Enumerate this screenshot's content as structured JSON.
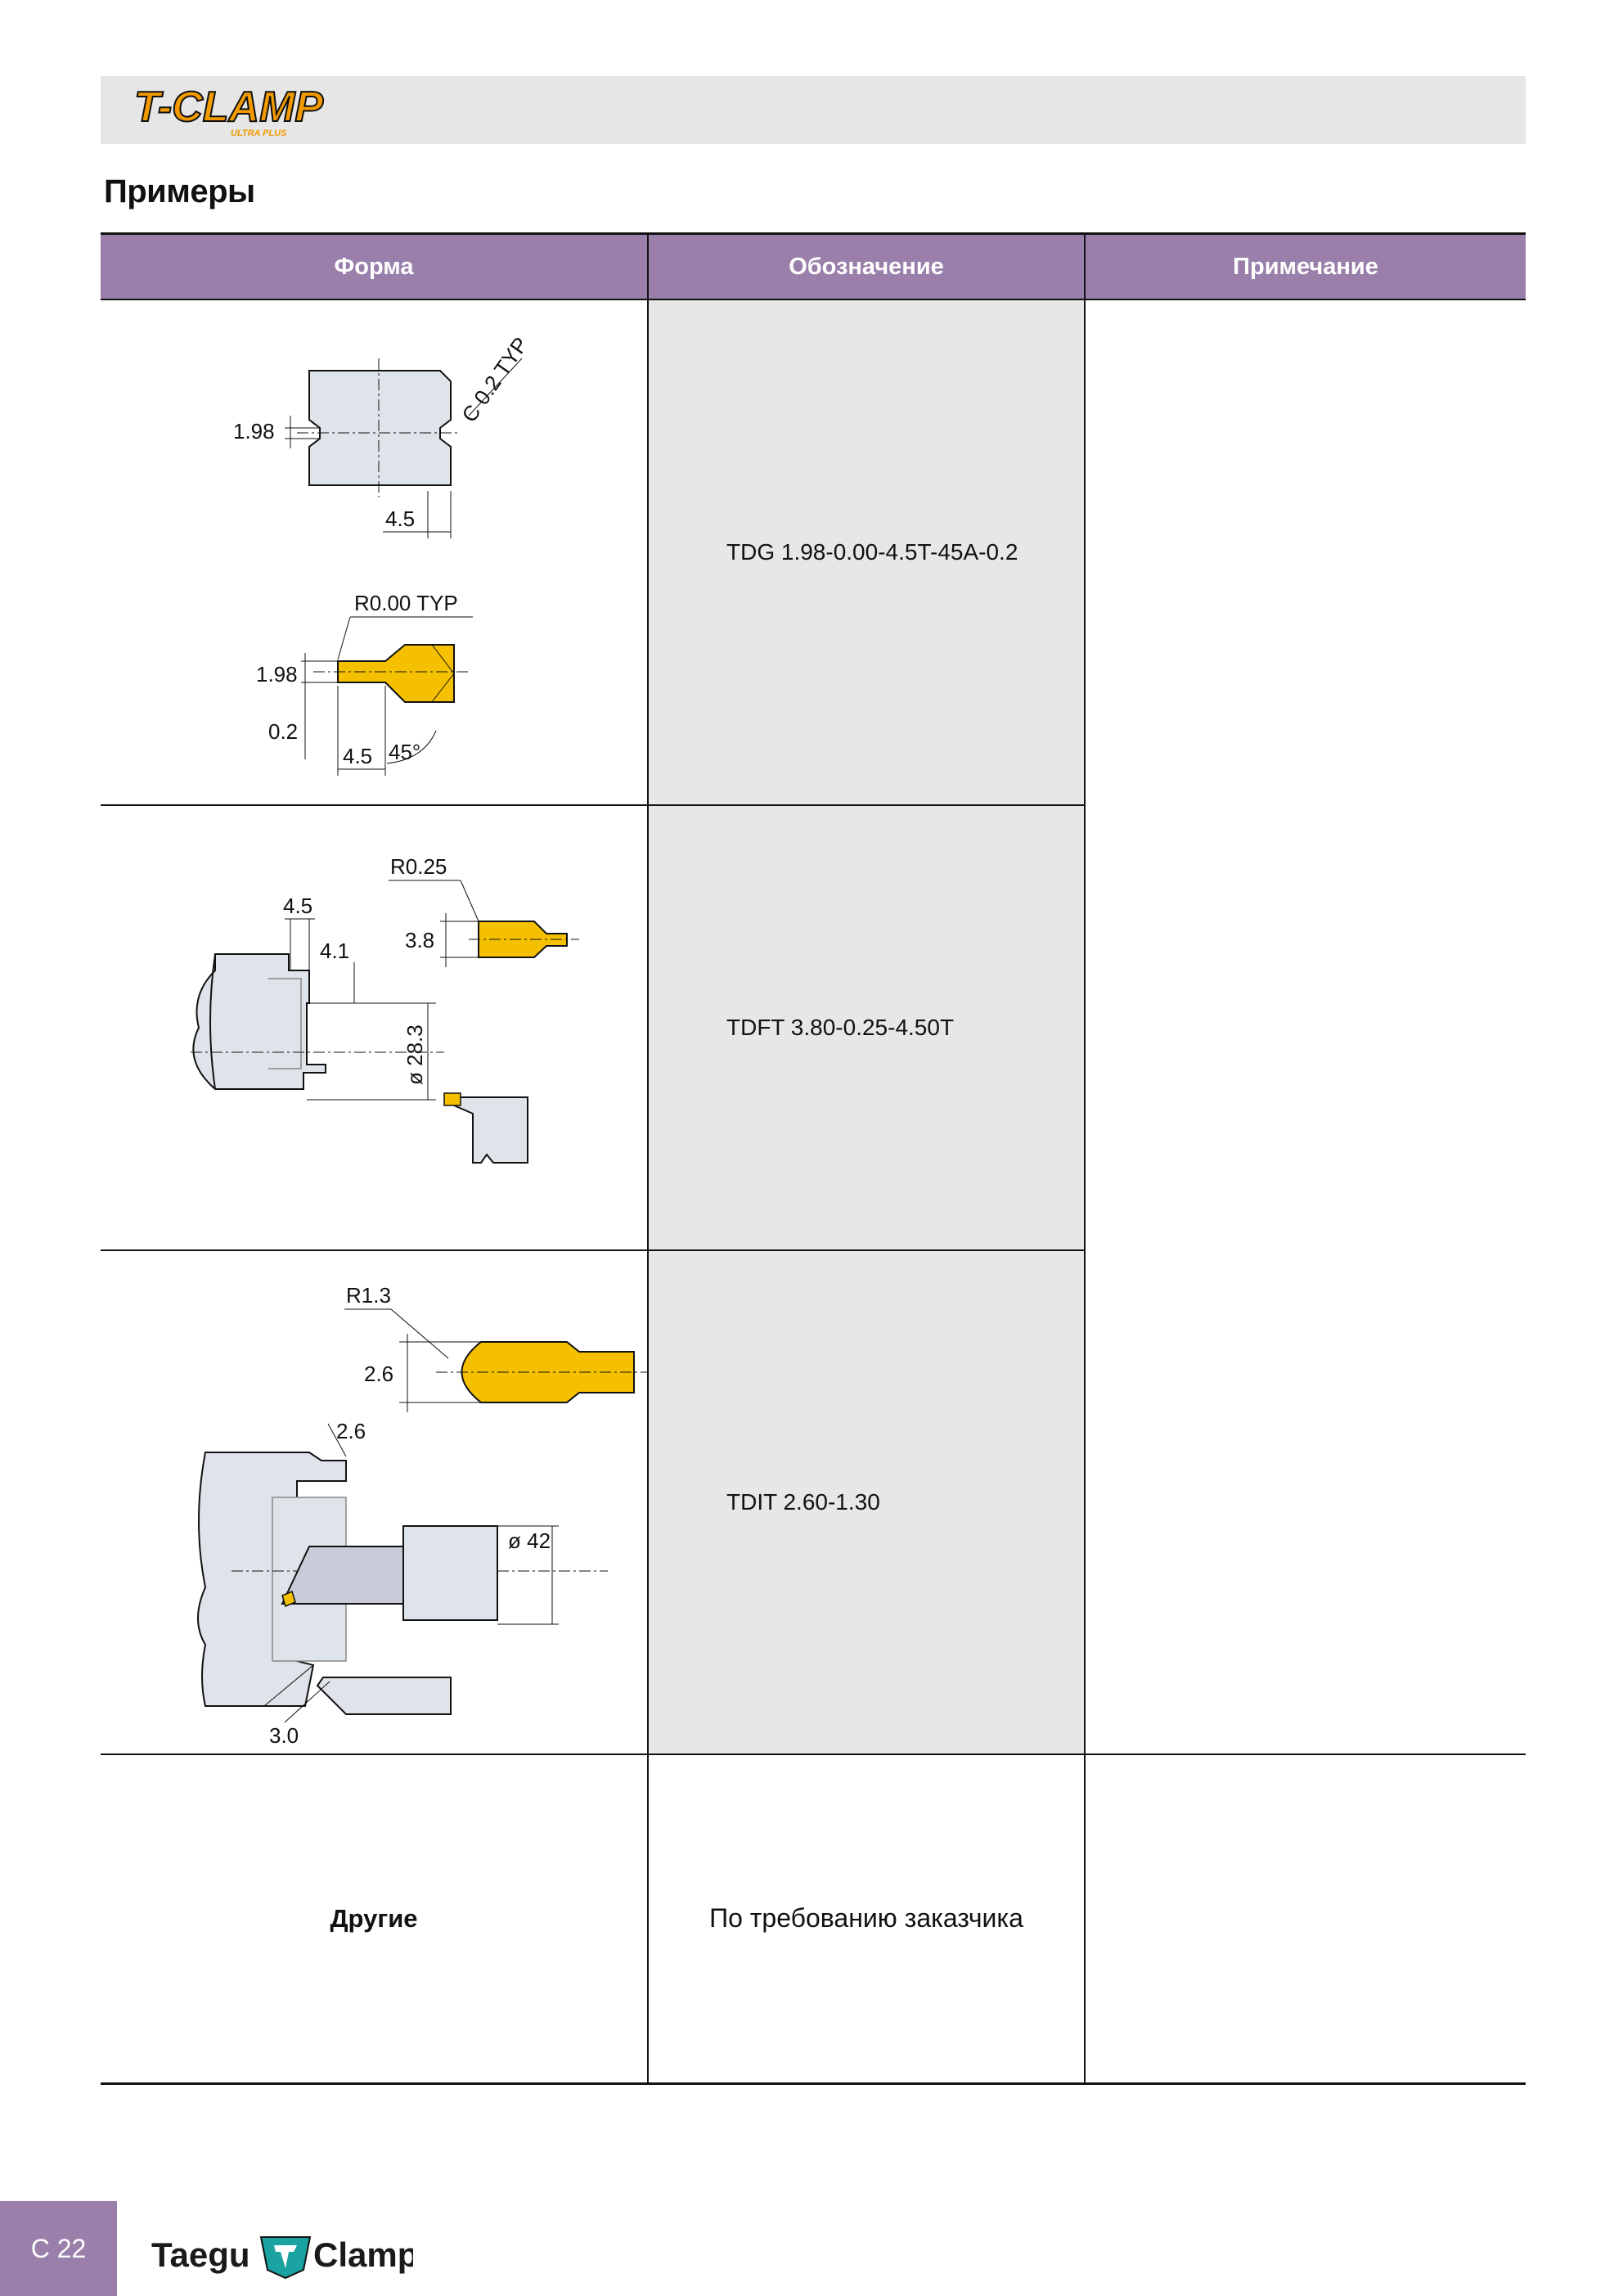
{
  "header": {
    "logo_main": "T-CLAMP",
    "logo_sub": "ULTRA PLUS"
  },
  "page_title": "Примеры",
  "table": {
    "columns": [
      "Форма",
      "Обозначение",
      "Примечание"
    ],
    "rows": [
      {
        "designation": "TDG 1.98-0.00-4.5T-45A-0.2",
        "labels": [
          "C 0.2 TYP",
          "1.98",
          "4.5",
          "R0.00 TYP",
          "1.98",
          "0.2",
          "4.5",
          "45°"
        ]
      },
      {
        "designation": "TDFT 3.80-0.25-4.50T",
        "labels": [
          "R0.25",
          "4.5",
          "3.8",
          "4.1",
          "ø 28.3"
        ]
      },
      {
        "designation": "TDIT 2.60-1.30",
        "labels": [
          "R1.3",
          "2.6",
          "2.6",
          "ø 42",
          "3.0"
        ]
      }
    ],
    "other": {
      "shape": "Другие",
      "designation": "По требованию заказчика"
    }
  },
  "footer": {
    "page_number": "C 22",
    "brand_left": "Taegu",
    "brand_right": "Clamp"
  },
  "colors": {
    "accent_purple": "#9a7fab",
    "insert_yellow": "#f5c000",
    "header_band": "#e6e6e6",
    "code_cell": "#e7e7e7",
    "logo_orange": "#f29a00"
  }
}
